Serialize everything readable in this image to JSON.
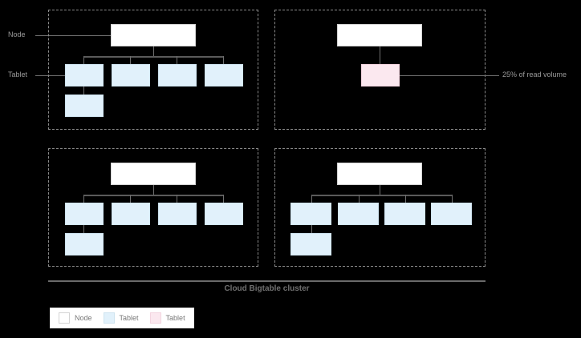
{
  "diagram": {
    "title": "Cloud Bigtable cluster",
    "side_labels": {
      "node": "Node",
      "tablet": "Tablet"
    },
    "annotation": {
      "read_volume": "25% of read volume"
    },
    "legend": {
      "items": [
        {
          "label": "Node",
          "color": "#ffffff",
          "border": "#d4d4d4"
        },
        {
          "label": "Tablet",
          "color": "#e1f1fb",
          "border": "#cfe4f0"
        },
        {
          "label": "Tablet",
          "color": "#fbe8ef",
          "border": "#f3d5e0"
        }
      ]
    },
    "colors": {
      "background": "#000000",
      "node_fill": "#ffffff",
      "tablet_fill": "#e1f1fb",
      "tablet_hot_fill": "#fbe8ef",
      "connector": "#6f6f6f",
      "frame_dash": "#8a8a8a",
      "label_text": "#9b9b9b",
      "caption_text": "#707070"
    },
    "nodes": [
      {
        "id": "node-1",
        "position": "top-left",
        "tablet_count": 5,
        "hot_tablets": 0
      },
      {
        "id": "node-2",
        "position": "top-right",
        "tablet_count": 1,
        "hot_tablets": 1
      },
      {
        "id": "node-3",
        "position": "bottom-left",
        "tablet_count": 5,
        "hot_tablets": 0
      },
      {
        "id": "node-4",
        "position": "bottom-right",
        "tablet_count": 5,
        "hot_tablets": 0
      }
    ]
  }
}
